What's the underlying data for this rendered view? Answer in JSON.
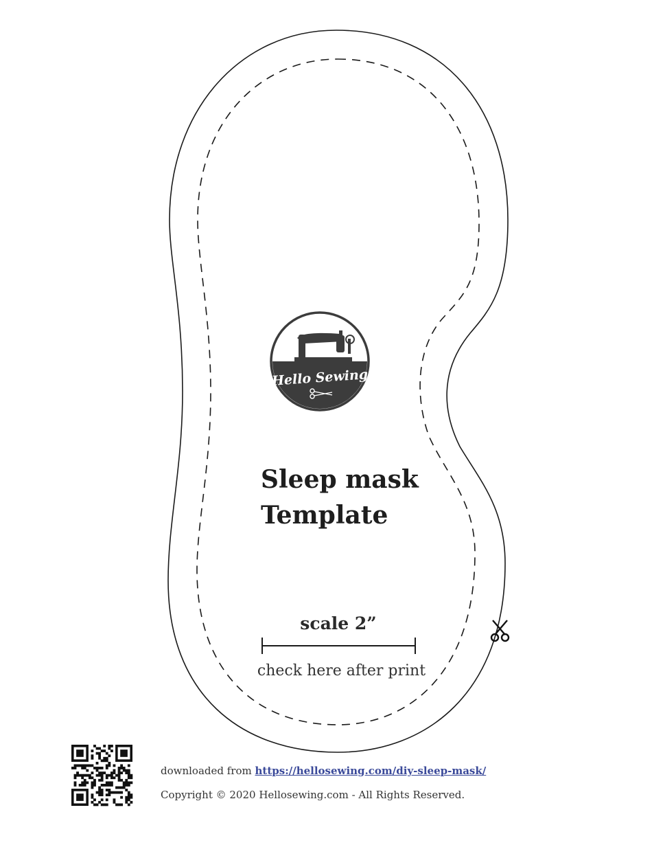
{
  "title": {
    "line1": "Sleep mask",
    "line2": "Template"
  },
  "logo": {
    "text": "Hello Sewing",
    "icon": "sewing-machine-icon"
  },
  "scale": {
    "label": "scale 2”",
    "note": "check here after print"
  },
  "cut_marker": {
    "icon": "scissors-icon"
  },
  "footer": {
    "downloaded_prefix": "downloaded from",
    "link_text": "https://hellosewing.com/diy-sleep-mask/",
    "copyright": "Copyright © 2020 Hellosewing.com - All Rights Reserved."
  },
  "colors": {
    "ink": "#222222",
    "logo_dark": "#3c3c3c",
    "link": "#3b4a9a"
  }
}
